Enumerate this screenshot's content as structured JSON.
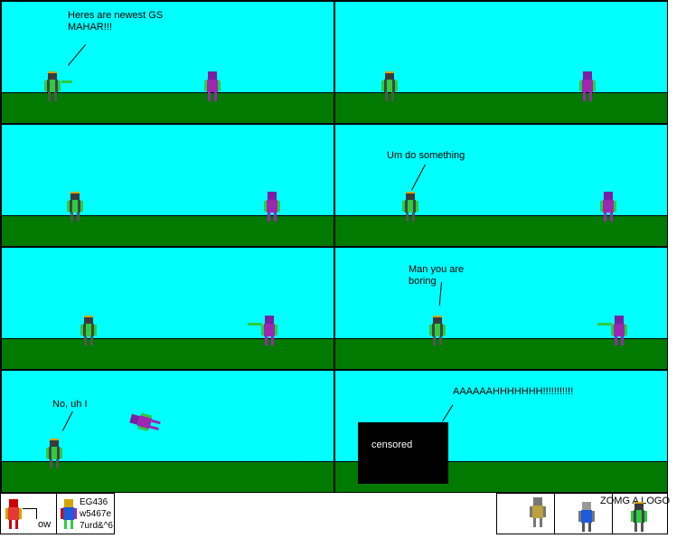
{
  "panels": [
    {
      "id": 1,
      "speech": "Heres are newest GS\nMAHAR!!!"
    },
    {
      "id": 2,
      "speech": ""
    },
    {
      "id": 3,
      "speech": ""
    },
    {
      "id": 4,
      "speech": "Um do something"
    },
    {
      "id": 5,
      "speech": ""
    },
    {
      "id": 6,
      "speech": "Man you are\nboring"
    },
    {
      "id": 7,
      "speech": "No, uh I"
    },
    {
      "id": 8,
      "speech": "AAAAAAHHHHHHH!!!!!!!!!!!",
      "censor_label": "censored"
    }
  ],
  "footer": {
    "left_box_text": "ow",
    "author_text": "EG436\nw5467e\n7urd&^6",
    "logo_text": "ZOMG A LOGO"
  },
  "colors": {
    "sky": "#00ffff",
    "ground": "#007a00",
    "green_char": "#2ecc40",
    "purple_char": "#9c27b0"
  }
}
